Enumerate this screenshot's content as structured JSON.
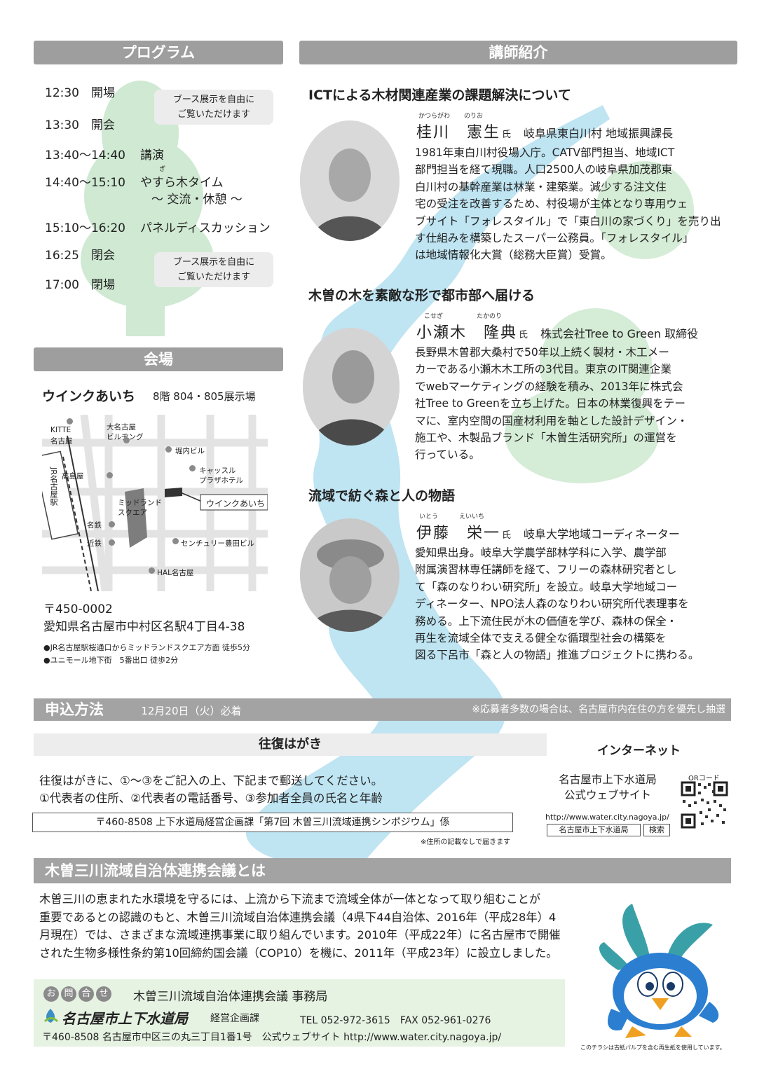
{
  "program": {
    "header": "プログラム",
    "rows": [
      {
        "time": "12:30",
        "label": "開場"
      },
      {
        "time": "13:30",
        "label": "開会"
      },
      {
        "time": "13:40〜14:40",
        "label": "講演"
      },
      {
        "time": "14:40〜15:10",
        "label": "やすら木タイム"
      },
      {
        "time": "15:10〜16:20",
        "label": "パネルディスカッション"
      },
      {
        "time": "16:25",
        "label": "閉会"
      },
      {
        "time": "17:00",
        "label": "閉場"
      }
    ],
    "ruby_gi": "ぎ",
    "break_sub": "〜 交流・休憩 〜",
    "booth1": [
      "ブース展示を自由に",
      "ご覧いただけます"
    ],
    "booth2": [
      "ブース展示を自由に",
      "ご覧いただけます"
    ]
  },
  "venue": {
    "header": "会場",
    "name": "ウインクあいち",
    "floor": "8階 804・805展示場",
    "map": {
      "kitte": "KITTE",
      "kitte2": "名古屋",
      "dainagoya": "大名古屋",
      "dainagoya2": "ビルヂング",
      "horiuchi": "堀内ビル",
      "takashimaya": "高島屋",
      "castle": "キャッスル",
      "castle2": "プラザホテル",
      "jr": "JR名古屋駅",
      "midland": "ミッドランド",
      "midland2": "スクエア",
      "wink": "ウインクあいち",
      "meitetsu": "名鉄",
      "kintetsu": "近鉄",
      "century": "センチュリー豊田ビル",
      "hal": "HAL名古屋"
    },
    "zip": "〒450-0002",
    "address": "愛知県名古屋市中村区名駅4丁目4-38",
    "access1": "●JR名古屋駅桜通口からミッドランドスクエア方面 徒歩5分",
    "access2": "●ユニモール地下街　5番出口 徒歩2分"
  },
  "speakers": {
    "header": "講師紹介",
    "list": [
      {
        "title": "ICTによる木材関連産業の課題解決について",
        "ruby_a": "かつらがわ",
        "ruby_b": "のりお",
        "name": "桂川　憲生",
        "honorific": "氏",
        "role": "岐阜県東白川村 地域振興課長",
        "bio": [
          "1981年東白川村役場入庁。CATV部門担当、地域ICT",
          "部門担当を経て現職。人口2500人の岐阜県加茂郡東",
          "白川村の基幹産業は林業・建築業。減少する注文住",
          "宅の受注を改善するため、村役場が主体となり専用ウェ",
          "ブサイト「フォレスタイル」で「東白川の家づくり」を売り出",
          "す仕組みを構築したスーパー公務員。「フォレスタイル」",
          "は地域情報化大賞（総務大臣賞）受賞。"
        ]
      },
      {
        "title": "木曽の木を素敵な形で都市部へ届ける",
        "ruby_a": "こせぎ",
        "ruby_b": "たかのり",
        "name": "小瀬木　隆典",
        "honorific": "氏",
        "role": "株式会社Tree to Green 取締役",
        "bio": [
          "長野県木曽郡大桑村で50年以上続く製材・木工メー",
          "カーである小瀬木木工所の3代目。東京のIT関連企業",
          "でwebマーケティングの経験を積み、2013年に株式会",
          "社Tree to Greenを立ち上げた。日本の林業復興をテー",
          "マに、室内空間の国産材利用を軸とした設計デザイン・",
          "施工や、木製品ブランド「木曽生活研究所」の運営を",
          "行っている。"
        ]
      },
      {
        "title": "流域で紡ぐ森と人の物語",
        "ruby_a": "いとう",
        "ruby_b": "えいいち",
        "name": "伊藤　栄一",
        "honorific": "氏",
        "role": "岐阜大学地域コーディネーター",
        "bio": [
          "愛知県出身。岐阜大学農学部林学科に入学、農学部",
          "附属演習林専任講師を経て、フリーの森林研究者とし",
          "て「森のなりわい研究所」を設立。岐阜大学地域コー",
          "ディネーター、NPO法人森のなりわい研究所代表理事を",
          "務める。上下流住民が木の価値を学び、森林の保全・",
          "再生を流域全体で支える健全な循環型社会の構築を",
          "図る下呂市「森と人の物語」推進プロジェクトに携わる。"
        ]
      }
    ]
  },
  "apply": {
    "header": "申込方法",
    "deadline": "12月20日（火）必着",
    "note": "※応募者多数の場合は、名古屋市内在住の方を優先し抽選",
    "postcard_title": "往復はがき",
    "postcard_line1": "往復はがきに、①〜③をご記入の上、下記まで郵送してください。",
    "postcard_line2": "①代表者の住所、②代表者の電話番号、③参加者全員の氏名と年齢",
    "postcard_addr": "〒460-8508 上下水道局経営企画課「第7回 木曽三川流域連携シンポジウム」係",
    "postcard_note": "※住所の記載なしで届きます",
    "internet_title": "インターネット",
    "internet_l1": "名古屋市上下水道局",
    "internet_l2": "公式ウェブサイト",
    "qr_label": "QRコード",
    "url": "http://www.water.city.nagoya.jp/",
    "search_text": "名古屋市上下水道局",
    "search_btn": "検索"
  },
  "about": {
    "header": "木曽三川流域自治体連携会議とは",
    "lines": [
      "木曽三川の恵まれた水環境を守るには、上流から下流まで流域全体が一体となって取り組むことが",
      "重要であるとの認識のもと、木曽三川流域自治体連携会議（4県下44自治体、2016年（平成28年）4",
      "月現在）では、さまざまな流域連携事業に取り組んでいます。2010年（平成22年）に名古屋市で開催",
      "された生物多様性条約第10回締約国会議（COP10）を機に、2011年（平成23年）に設立しました。"
    ]
  },
  "contact": {
    "badge": [
      "お",
      "問",
      "合",
      "せ"
    ],
    "org": "木曽三川流域自治体連携会議 事務局",
    "bureau": "名古屋市上下水道局",
    "dept": "経営企画課",
    "tel": "TEL 052-972-3615　FAX 052-961-0276",
    "address": "〒460-8508 名古屋市中区三の丸三丁目1番1号　公式ウェブサイト http://www.water.city.nagoya.jp/",
    "recycle": "このチラシは古紙パルプを含む再生紙を使用しています。"
  },
  "colors": {
    "header_gray": "#9e9e9e",
    "river_blue": "#bfe4f2",
    "tree_green": "#cfe9d2",
    "contact_green": "#e6f2e2"
  }
}
